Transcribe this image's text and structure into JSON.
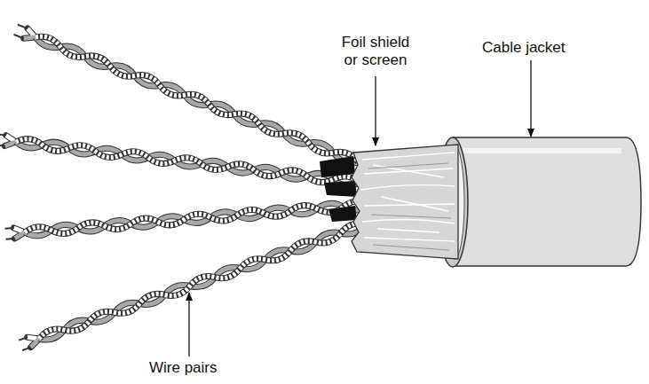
{
  "diagram": {
    "labels": [
      "Foil shield or screen",
      "Cable jacket",
      "Wire pairs"
    ]
  }
}
